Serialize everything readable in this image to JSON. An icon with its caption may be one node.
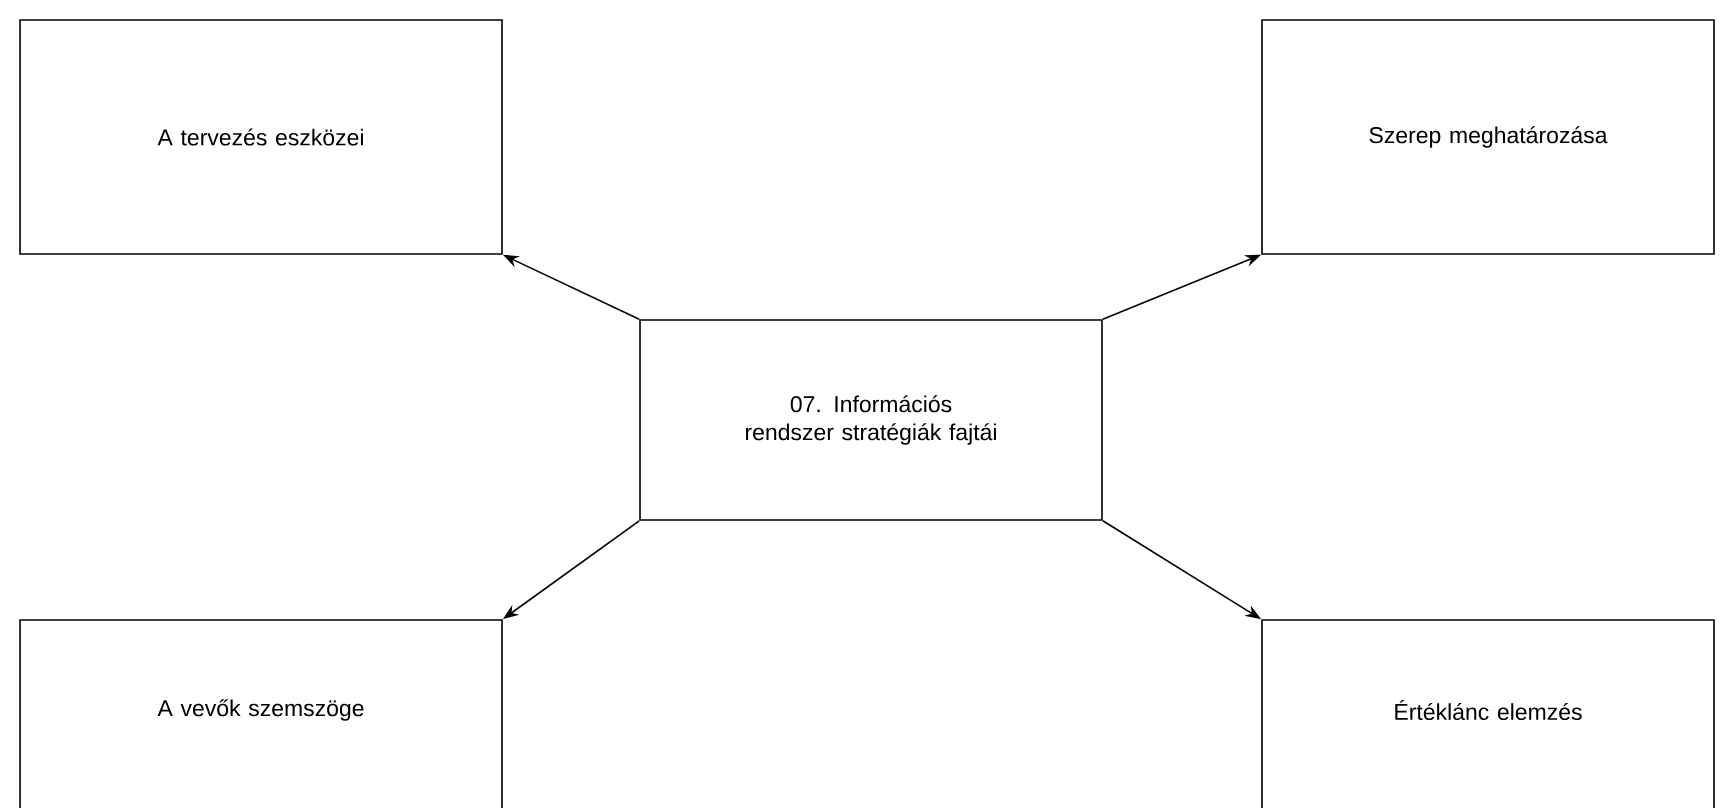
{
  "diagram": {
    "nodes": [
      {
        "text": [
          "07. Információs rendszer stratégiák fajtái"
        ]
      },
      {
        "text": [
          "A tervezés eszközei"
        ]
      },
      {
        "text": [
          "Szerep meghatározása"
        ]
      },
      {
        "text": [
          "A vevők szemszöge"
        ]
      },
      {
        "text": [
          "Értéklánc elemzés"
        ]
      }
    ],
    "edges": [
      {
        "from": 0,
        "to": 1,
        "arrow": "to"
      },
      {
        "from": 0,
        "to": 2,
        "arrow": "to"
      },
      {
        "from": 0,
        "to": 3,
        "arrow": "to"
      },
      {
        "from": 0,
        "to": 4,
        "arrow": "to"
      }
    ]
  }
}
